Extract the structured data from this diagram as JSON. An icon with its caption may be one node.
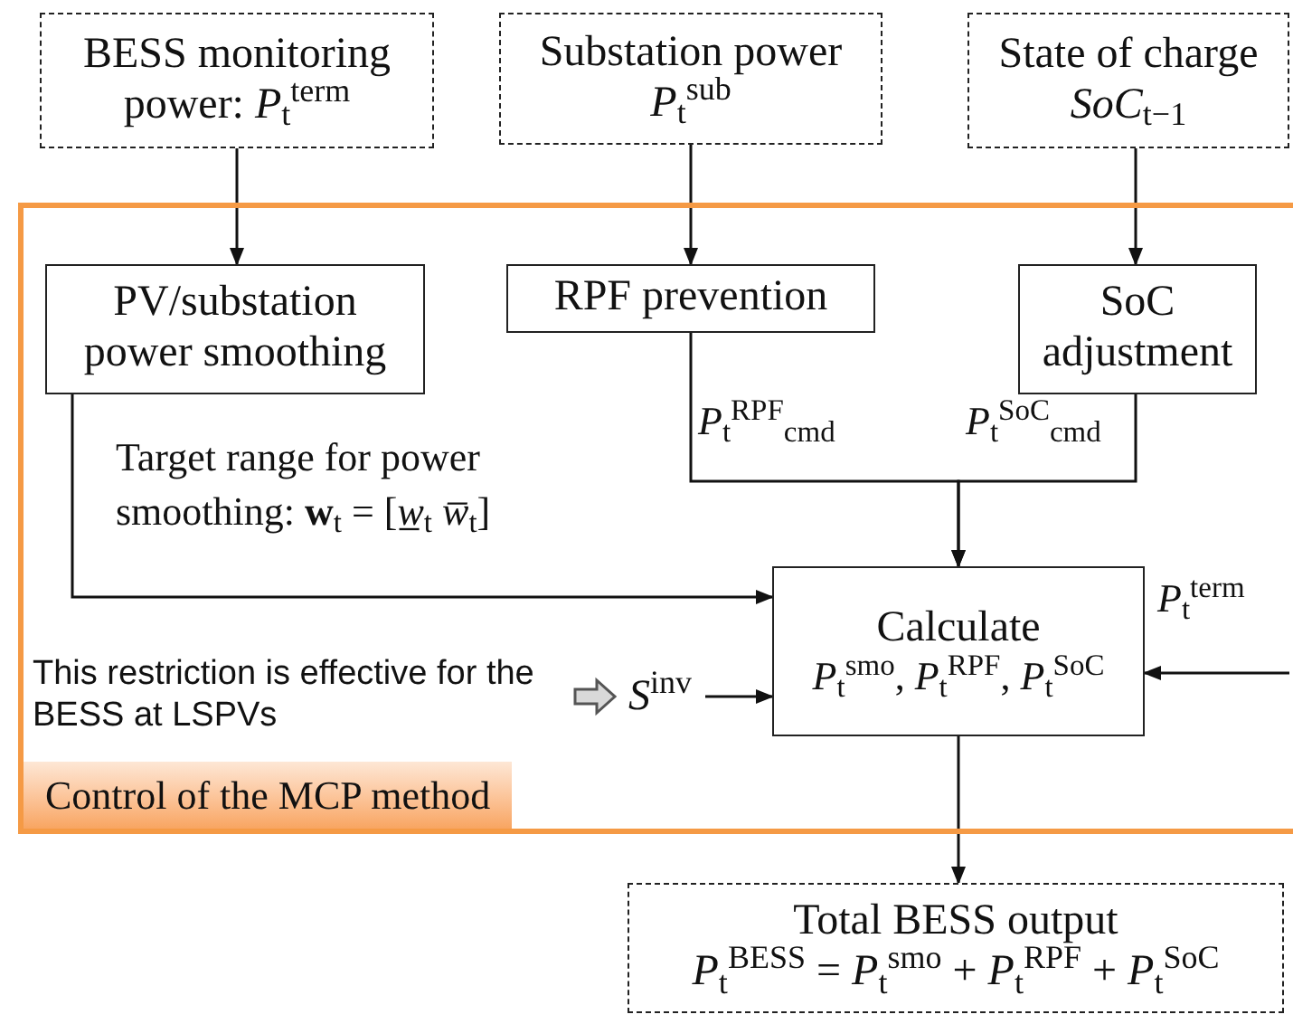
{
  "diagram": {
    "nodes": [
      {
        "text": [
          "BESS monitoring power: *P*$_{t}$$^{term}$"
        ]
      },
      {
        "text": [
          "Substation power",
          "*P*$_{t}$$^{sub}$"
        ]
      },
      {
        "text": [
          "State of charge",
          "*SoC*$_{t−1}$"
        ]
      },
      {
        "text": [
          "Control of the MCP method"
        ]
      },
      {
        "text": [
          "PV/substation power smoothing"
        ],
        "in": 3
      },
      {
        "text": [
          "RPF prevention"
        ],
        "in": 3
      },
      {
        "text": [
          "SoC adjustment"
        ],
        "in": 3
      },
      {
        "text": [
          "Calculate",
          "*P*$_{t}$$^{smo}$,  *P*$_{t}$$^{RPF}$, *P*$_{t}$$^{SoC}$"
        ],
        "in": 3
      },
      {
        "text": [
          "*S*$^{inv}$"
        ],
        "in": 3
      },
      {
        "text": [
          "This restriction is effective for the BESS at LSPVs"
        ],
        "in": 3
      },
      {
        "text": [
          "Total BESS output",
          "*P*$_{t}$$^{BESS}$ = *P*$_{t}$$^{smo}$ + *P*$_{t}$$^{RPF}$ + *P*$_{t}$$^{SoC}$"
        ]
      }
    ],
    "edges": [
      {
        "from": 0,
        "to": 4,
        "arrow": "to"
      },
      {
        "from": 1,
        "to": 5,
        "arrow": "to"
      },
      {
        "from": 2,
        "to": 6,
        "arrow": "to"
      },
      {
        "from": 4,
        "to": 7,
        "arrow": "to"
      },
      {
        "from": 5,
        "to": 7,
        "arrow": "to",
        "label": "*P*$_{t}$$^{RPF}$$_{cmd}$"
      },
      {
        "from": 6,
        "to": 7,
        "arrow": "to",
        "label": "*P*$_{t}$$^{SoC}$$_{cmd}$"
      },
      {
        "from": 9,
        "to": 8,
        "arrow": "to",
        "style": "thick"
      },
      {
        "from": 8,
        "to": 7,
        "arrow": "to"
      },
      {
        "from": null,
        "to": 7,
        "arrow": "to",
        "label": "*P*$_{t}$$^{term}$"
      },
      {
        "from": 7,
        "to": 10,
        "arrow": "to"
      }
    ],
    "labels": [
      "Target range for power smoothing: **w**$_{t}$ = [*w̲*$_{t}$   *w̅*$_{t}$]"
    ]
  }
}
